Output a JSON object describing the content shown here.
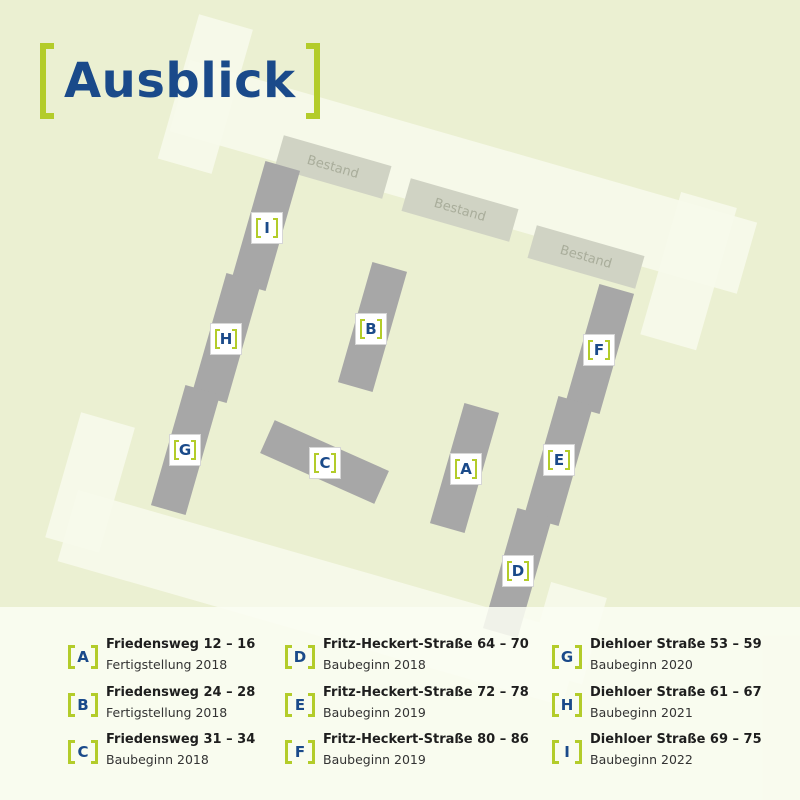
{
  "title": "Ausblick",
  "existing_label": "Bestand",
  "colors": {
    "background": "#ebf0d2",
    "path": "#f7faeb",
    "existing_building": "#d0d3c4",
    "new_building": "#a7a7a7",
    "bracket_green": "#b3cc2a",
    "label_blue": "#1a4a8a"
  },
  "buildings": [
    {
      "id": "A",
      "letter": "A"
    },
    {
      "id": "B",
      "letter": "B"
    },
    {
      "id": "C",
      "letter": "C"
    },
    {
      "id": "D",
      "letter": "D"
    },
    {
      "id": "E",
      "letter": "E"
    },
    {
      "id": "F",
      "letter": "F"
    },
    {
      "id": "G",
      "letter": "G"
    },
    {
      "id": "H",
      "letter": "H"
    },
    {
      "id": "I",
      "letter": "I"
    }
  ],
  "legend": [
    {
      "letter": "A",
      "name": "Friedensweg 12 – 16",
      "status": "Fertigstellung 2018"
    },
    {
      "letter": "B",
      "name": "Friedensweg 24 – 28",
      "status": "Fertigstellung 2018"
    },
    {
      "letter": "C",
      "name": "Friedensweg 31 – 34",
      "status": "Baubeginn 2018"
    },
    {
      "letter": "D",
      "name": "Fritz-Heckert-Straße 64 – 70",
      "status": "Baubeginn 2018"
    },
    {
      "letter": "E",
      "name": "Fritz-Heckert-Straße 72 – 78",
      "status": "Baubeginn 2019"
    },
    {
      "letter": "F",
      "name": "Fritz-Heckert-Straße 80 – 86",
      "status": "Baubeginn 2019"
    },
    {
      "letter": "G",
      "name": "Diehloer Straße 53 – 59",
      "status": "Baubeginn 2020"
    },
    {
      "letter": "H",
      "name": "Diehloer Straße 61 – 67",
      "status": "Baubeginn 2021"
    },
    {
      "letter": "I",
      "name": "Diehloer Straße 69 – 75",
      "status": "Baubeginn 2022"
    }
  ]
}
